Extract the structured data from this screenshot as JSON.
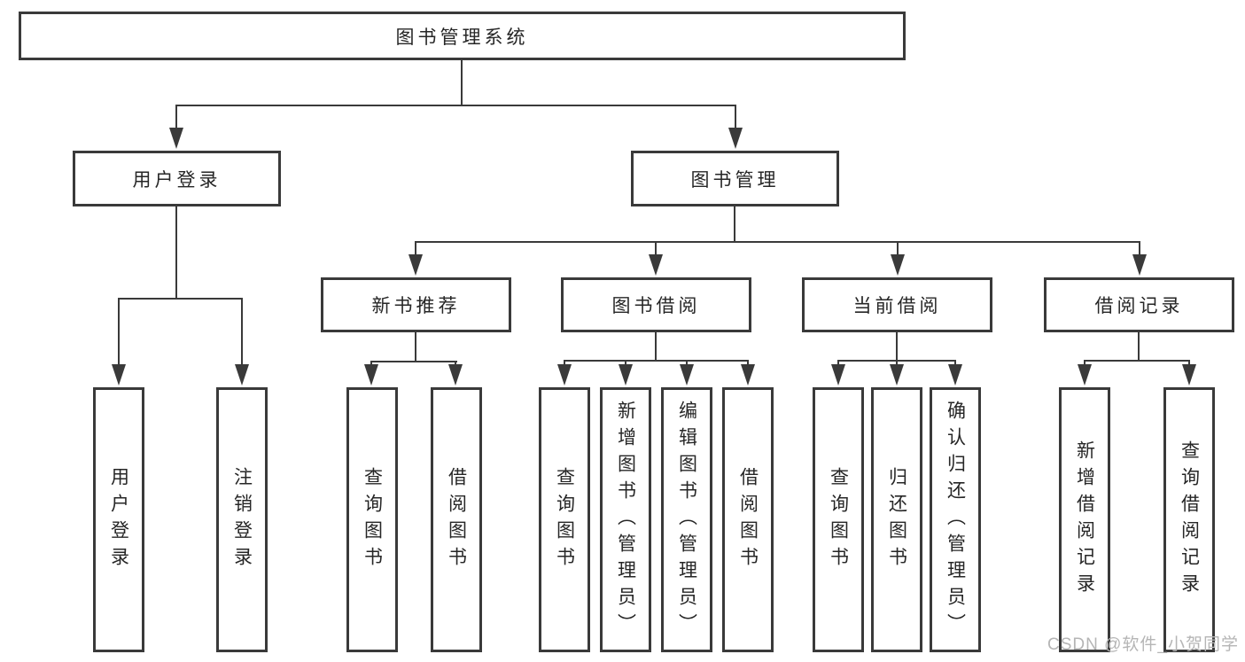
{
  "tree": {
    "root": {
      "label": "图书管理系统",
      "children": [
        {
          "label": "用户登录",
          "children": [
            {
              "label": "用户登录"
            },
            {
              "label": "注销登录"
            }
          ]
        },
        {
          "label": "图书管理",
          "children": [
            {
              "label": "新书推荐",
              "children": [
                {
                  "label": "查询图书"
                },
                {
                  "label": "借阅图书"
                }
              ]
            },
            {
              "label": "图书借阅",
              "children": [
                {
                  "label": "查询图书"
                },
                {
                  "label": "新增图书（管理员）"
                },
                {
                  "label": "编辑图书（管理员）"
                },
                {
                  "label": "借阅图书"
                }
              ]
            },
            {
              "label": "当前借阅",
              "children": [
                {
                  "label": "查询图书"
                },
                {
                  "label": "归还图书"
                },
                {
                  "label": "确认归还（管理员）"
                }
              ]
            },
            {
              "label": "借阅记录",
              "children": [
                {
                  "label": "新增借阅记录"
                },
                {
                  "label": "查询借阅记录"
                }
              ]
            }
          ]
        }
      ]
    },
    "watermark": "CSDN @软件_小贺同学",
    "colors": {
      "line": "#3a3a3a",
      "box_border": "#3a3a3a",
      "text": "#262626",
      "watermark": "#b5b5b5",
      "background": "#ffffff"
    }
  }
}
